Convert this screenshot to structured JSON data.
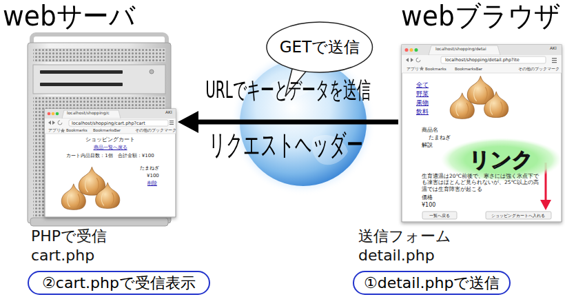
{
  "diagram": {
    "nodes": [
      {
        "text": [
          "webサーバ"
        ]
      },
      {
        "text": [
          "GETで送信"
        ]
      },
      {
        "text": [
          "webブラウザ"
        ]
      },
      {
        "text": [
          "リンク"
        ],
        "in": 2
      },
      {
        "text": [
          "②cart.phpで受信表示"
        ]
      },
      {
        "text": [
          "①detail.phpで送信"
        ]
      }
    ],
    "edges": [
      {
        "from": 2,
        "to": 0,
        "arrow": "to",
        "label": "URLでキーとデータを送信"
      }
    ],
    "labels": [
      "localhost/shopping/c",
      "AKI",
      "localhost/shopping/cart.php?cart",
      "アプリ",
      "Bookmarks",
      "BookmarksBar",
      "その他のブックマーク",
      "ショッピングカート",
      "商品一覧へ戻る",
      "カート内品目数：1個　合計金額：¥100",
      "たまねぎ",
      "¥100",
      "削除",
      "localhost/shopping/detai",
      "AKI",
      "localhost/shopping/detail.php?ite",
      "アプリ",
      "Bookmarks",
      "BookmarksBar",
      "その他のブックマーク",
      "全て",
      "野菜",
      "果物",
      "飲料",
      "商品名",
      "たまねぎ",
      "解説",
      "生育適温は20℃前後で、寒さには強く氷点下でも凍害はほとんど見られないが、25℃以上の高温では生育障害が起こる",
      "価格",
      "¥100",
      "一覧へ戻る",
      "ショッピングカートへ入れる",
      "リクエストヘッダー",
      "PHPで受信",
      "cart.php",
      "送信フォーム",
      "detail.php"
    ]
  }
}
